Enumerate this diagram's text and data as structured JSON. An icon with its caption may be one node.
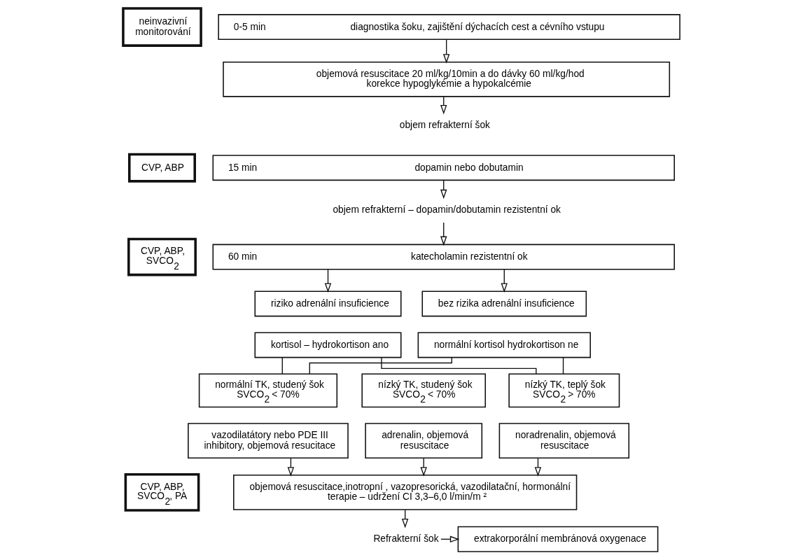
{
  "diagram": {
    "nodes": [
      {
        "text": [
          "neinvazivní monitorování"
        ]
      },
      {
        "text": [
          "0-5 min",
          "diagnostika šoku, zajištění dýchacích cest a cévního vstupu"
        ]
      },
      {
        "text": [
          "objemová resuscitace 20 ml/kg/10min a do dávky 60 ml/kg/hod korekce hypoglykémie a hypokalcémie"
        ]
      },
      {
        "text": [
          "objem refrakterní šok"
        ]
      },
      {
        "text": [
          "CVP, ABP"
        ]
      },
      {
        "text": [
          "15 min",
          "dopamin nebo dobutamin"
        ]
      },
      {
        "text": [
          "objem refrakterní – dopamin/dobutamin rezistentní ok"
        ]
      },
      {
        "text": [
          "CVP, ABP, SVCO$_{2}$"
        ]
      },
      {
        "text": [
          "60 min",
          "katecholamin rezistentní ok"
        ]
      },
      {
        "text": [
          "riziko adrenální insuficience"
        ]
      },
      {
        "text": [
          "bez rizika adrenální insuficience"
        ]
      },
      {
        "text": [
          "kortisol – hydrokortison ano"
        ]
      },
      {
        "text": [
          "normální kortisol hydrokortison ne"
        ]
      },
      {
        "text": [
          "normální TK, studený šok SVCO$_{2}$ < 70%"
        ]
      },
      {
        "text": [
          "nízký TK, studený šok SVCO$_{2}$ < 70%"
        ]
      },
      {
        "text": [
          "nízký TK, teplý šok SVCO$_{2}$ > 70%"
        ]
      },
      {
        "text": [
          "vazodilatátory nebo PDE III inhibitory, objemová resucitace"
        ]
      },
      {
        "text": [
          "adrenalin, objemová resuscitace"
        ]
      },
      {
        "text": [
          "noradrenalin, objemová resuscitace"
        ]
      },
      {
        "text": [
          "CVP, ABP, SVCO$_{2}$, PA"
        ]
      },
      {
        "text": [
          "objemová resuscitace,inotropní , vazopresorická, vazodilatační, hormonální terapie – udržení CI 3,3–6,0 l/min/m ²"
        ]
      },
      {
        "text": [
          "Refrakterní šok"
        ]
      },
      {
        "text": [
          "extrakorporální membránová oxygenace"
        ]
      }
    ],
    "edges": [
      {
        "from": 1,
        "to": 2,
        "arrow": "to"
      },
      {
        "from": 2,
        "to": 3,
        "arrow": "to"
      },
      {
        "from": 5,
        "to": 6,
        "arrow": "to"
      },
      {
        "from": 6,
        "to": 8,
        "arrow": "to"
      },
      {
        "from": 8,
        "to": 9,
        "arrow": "to"
      },
      {
        "from": 8,
        "to": 10,
        "arrow": "to"
      },
      {
        "from": 11,
        "to": 13,
        "arrow": "none"
      },
      {
        "from": 11,
        "to": 15,
        "arrow": "none"
      },
      {
        "from": 12,
        "to": 13,
        "arrow": "none"
      },
      {
        "from": 12,
        "to": 15,
        "arrow": "none"
      },
      {
        "from": 16,
        "to": 20,
        "arrow": "to"
      },
      {
        "from": 17,
        "to": 20,
        "arrow": "to"
      },
      {
        "from": 18,
        "to": 20,
        "arrow": "to"
      },
      {
        "from": 20,
        "to": 21,
        "arrow": "to"
      },
      {
        "from": 21,
        "to": 22,
        "arrow": "to"
      }
    ]
  }
}
